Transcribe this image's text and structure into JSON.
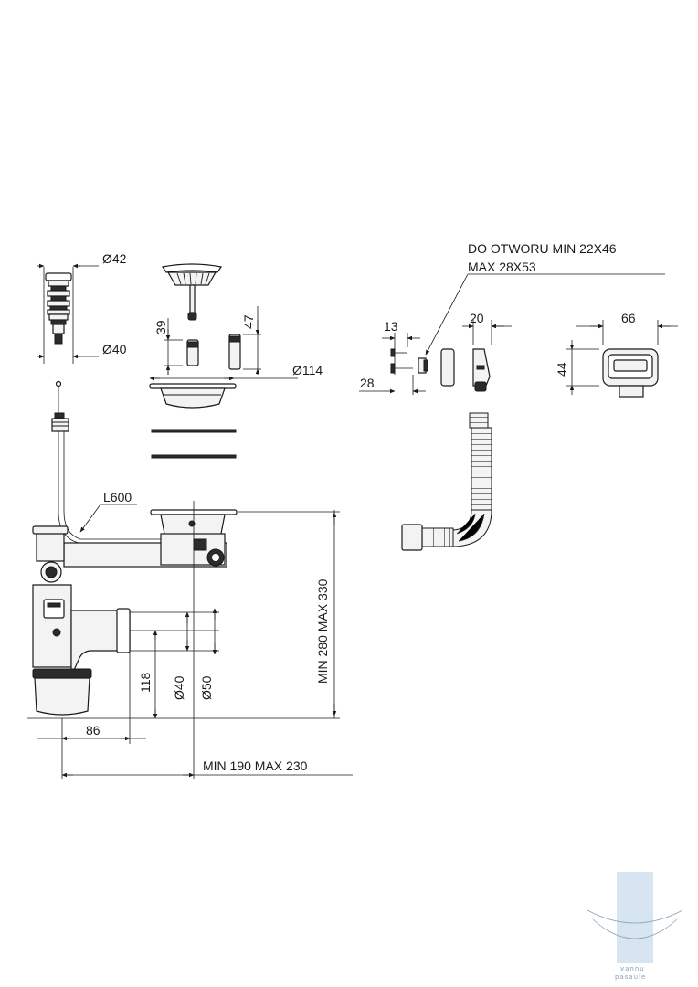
{
  "dimensions": {
    "d42": "Ø42",
    "d40_top": "Ø40",
    "h39": "39",
    "h47": "47",
    "d114": "Ø114",
    "l600": "L600",
    "opening": [
      "DO OTWORU MIN 22X46",
      "MAX 28X53"
    ],
    "w13": "13",
    "w28": "28",
    "w20": "20",
    "w66": "66",
    "h44": "44",
    "h_min_max": "MIN 280 MAX 330",
    "h118": "118",
    "d40_outlet": "Ø40",
    "d50": "Ø50",
    "w86": "86",
    "w_min_max": "MIN 190 MAX 230"
  },
  "watermark": {
    "line1": "vannu",
    "line2": "pasaule"
  },
  "colors": {
    "line": "#1a1a1a",
    "part_fill": "#f3f3f3",
    "watermark": "#c9dcef"
  }
}
